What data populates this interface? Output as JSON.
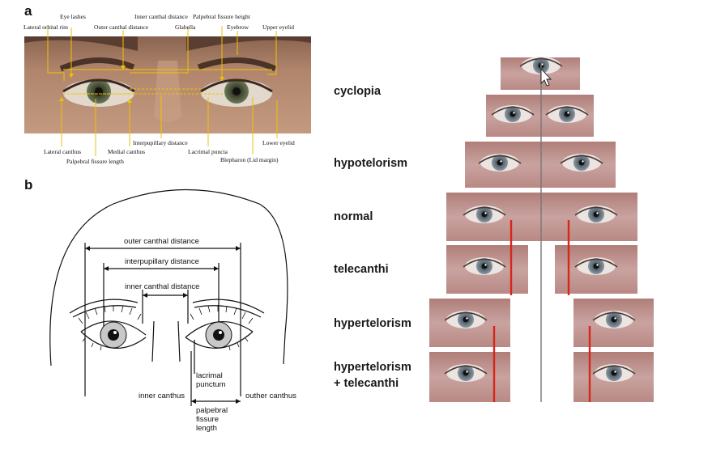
{
  "panel_a": {
    "letter": "a",
    "top_labels": {
      "lateral_orbital_rim": "Lateral orbital rim",
      "eye_lashes": "Eye lashes",
      "outer_canthal_distance": "Outer canthal distance",
      "inner_canthal_distance": "Inner canthal distance",
      "glabella": "Glabella",
      "palpebral_fissure_height": "Palpebral fissure height",
      "eyebrow": "Eyebrow",
      "upper_eyelid": "Upper eyelid"
    },
    "bottom_labels": {
      "lateral_canthus": "Lateral canthus",
      "palpebral_fissure_length": "Palpebral fissure length",
      "medial_canthus": "Medial canthus",
      "interpupillary_distance": "Interpupillary distance",
      "lacrimal_puncta": "Lacrimal puncta",
      "lower_eyelid": "Lower eyelid",
      "blepharon": "Blepharon (Lid margin)"
    },
    "colors": {
      "arrow": "#f2c200",
      "skin": "#b58a70"
    }
  },
  "panel_b": {
    "letter": "b",
    "outer_canthal_distance": "outer canthal distance",
    "interpupillary_distance": "interpupillary distance",
    "inner_canthal_distance": "inner canthal distance",
    "lacrimal": "lacrimal",
    "punctum": "punctum",
    "inner_canthus": "inner canthus",
    "outher_canthus": "outher canthus",
    "palpebral": "palpebral",
    "fissure": "fissure",
    "length": "length"
  },
  "panel_c": {
    "rows": [
      {
        "label": "cyclopia"
      },
      {
        "label": "hypotelorism"
      },
      {
        "label": "normal"
      },
      {
        "label": "telecanthi"
      },
      {
        "label": "hypertelorism"
      },
      {
        "label_line1": "hypertelorism",
        "label_line2": "+ telecanthi"
      }
    ],
    "colors": {
      "midline": "#777777",
      "red_line": "#d8261b",
      "skin": "#c4999a",
      "iris": "#6f7f8c"
    }
  }
}
